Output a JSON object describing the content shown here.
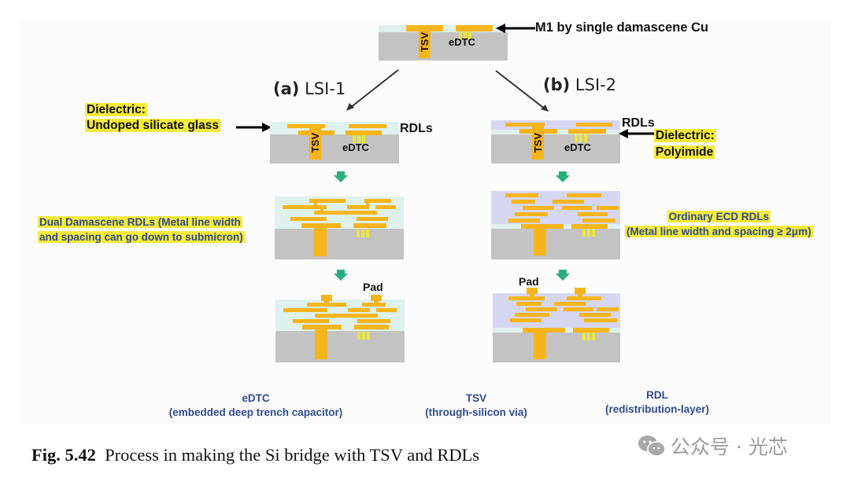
{
  "diagram": {
    "top_annotation": "M1 by single damascene Cu",
    "branch_a_label": {
      "tag": "(a)",
      "name": "LSI-1"
    },
    "branch_b_label": {
      "tag": "(b)",
      "name": "LSI-2"
    },
    "structure_labels": {
      "tsv": "TSV",
      "edtc": "eDTC",
      "rdls": "RDLs",
      "pad": "Pad"
    },
    "branch_a": {
      "dielectric_label": [
        "Dielectric:",
        "Undoped silicate glass"
      ],
      "rdl_note": [
        "Dual Damascene RDLs (Metal line width",
        "and spacing can go down to submicron)"
      ]
    },
    "branch_b": {
      "dielectric_label": [
        "Dielectric:",
        "Polyimide"
      ],
      "rdl_note": [
        "Ordinary ECD RDLs",
        "(Metal line width and spacing ≥ 2μm)"
      ]
    },
    "legend": [
      {
        "term": "eDTC",
        "definition": "(embedded deep trench capacitor)"
      },
      {
        "term": "TSV",
        "definition": "(through-silicon via)"
      },
      {
        "term": "RDL",
        "definition": "(redistribution-layer)"
      }
    ],
    "colors": {
      "silicon": "#c3c3c3",
      "oxide": "#dff1ee",
      "polyimide": "#d6d6f1",
      "copper": "#f5b51b",
      "capacitor": "#e9e53a",
      "highlight": "#f3ea3a",
      "step_arrow": "#2aae7c",
      "legend_text": "#2f4a8f"
    }
  },
  "caption": {
    "number": "Fig. 5.42",
    "text": "Process in making the Si bridge with TSV and RDLs"
  },
  "watermark": {
    "icon": "wechat-icon",
    "text": "公众号 · 光芯"
  }
}
